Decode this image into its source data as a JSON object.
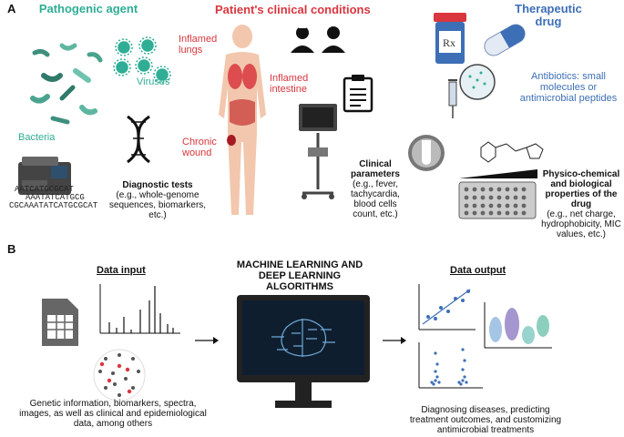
{
  "panelA": {
    "letter": "A",
    "pathogen": {
      "title": "Pathogenic agent",
      "viruses_label": "Viruses",
      "bacteria_label": "Bacteria",
      "diag_title": "Diagnostic tests",
      "diag_text": "(e.g., whole-genome sequences, biomarkers, etc.)",
      "dna_sequence": [
        "AATCATGCGCAT",
        "AAATATCATGCG",
        "CGCAAATATCATGCGCAT"
      ]
    },
    "patient": {
      "title": "Patient's clinical conditions",
      "lungs": "Inflamed lungs",
      "intestine": "Inflamed intestine",
      "wound": "Chronic wound",
      "params_title": "Clinical parameters",
      "params_text": "(e.g., fever, tachycardia, blood cells count, etc.)"
    },
    "drug": {
      "title": "Therapeutic drug",
      "antibiotics": "Antibiotics: small molecules or antimicrobial peptides",
      "props_title": "Physico-chemical and biological properties of the drug",
      "props_text": "(e.g., net charge, hydrophobicity, MIC values, etc.)",
      "rx": "Rx"
    }
  },
  "panelB": {
    "letter": "B",
    "input_title": "Data input",
    "input_caption": "Genetic information, biomarkers, spectra, images, as well as clinical and epidemiological data, among others",
    "ml_title": "MACHINE LEARNING AND DEEP LEARNING ALGORITHMS",
    "output_title": "Data output",
    "output_caption": "Diagnosing diseases, predicting treatment outcomes, and customizing antimicrobial treatments"
  },
  "colors": {
    "teal": "#2fae95",
    "red": "#d9363e",
    "blue": "#3d6fb6"
  }
}
